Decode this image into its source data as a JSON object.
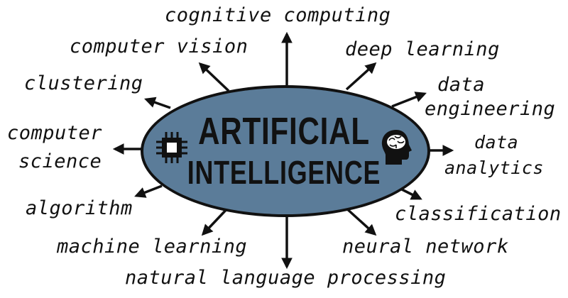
{
  "center": {
    "line1": "ARTIFICIAL",
    "line2": "INTELLIGENCE",
    "left_icon": "chip-icon",
    "right_icon": "brain-head-icon",
    "fill_color": "#5b7c99"
  },
  "topics": {
    "cognitive_computing": "cognitive computing",
    "computer_vision": "computer vision",
    "deep_learning": "deep learning",
    "clustering": "clustering",
    "data_engineering_1": "data",
    "data_engineering_2": "engineering",
    "computer_science_1": "computer",
    "computer_science_2": "science",
    "data_analytics_1": "data",
    "data_analytics_2": "analytics",
    "algorithm": "algorithm",
    "classification": "classification",
    "machine_learning": "machine learning",
    "neural_network": "neural network",
    "natural_language_processing": "natural language processing"
  }
}
